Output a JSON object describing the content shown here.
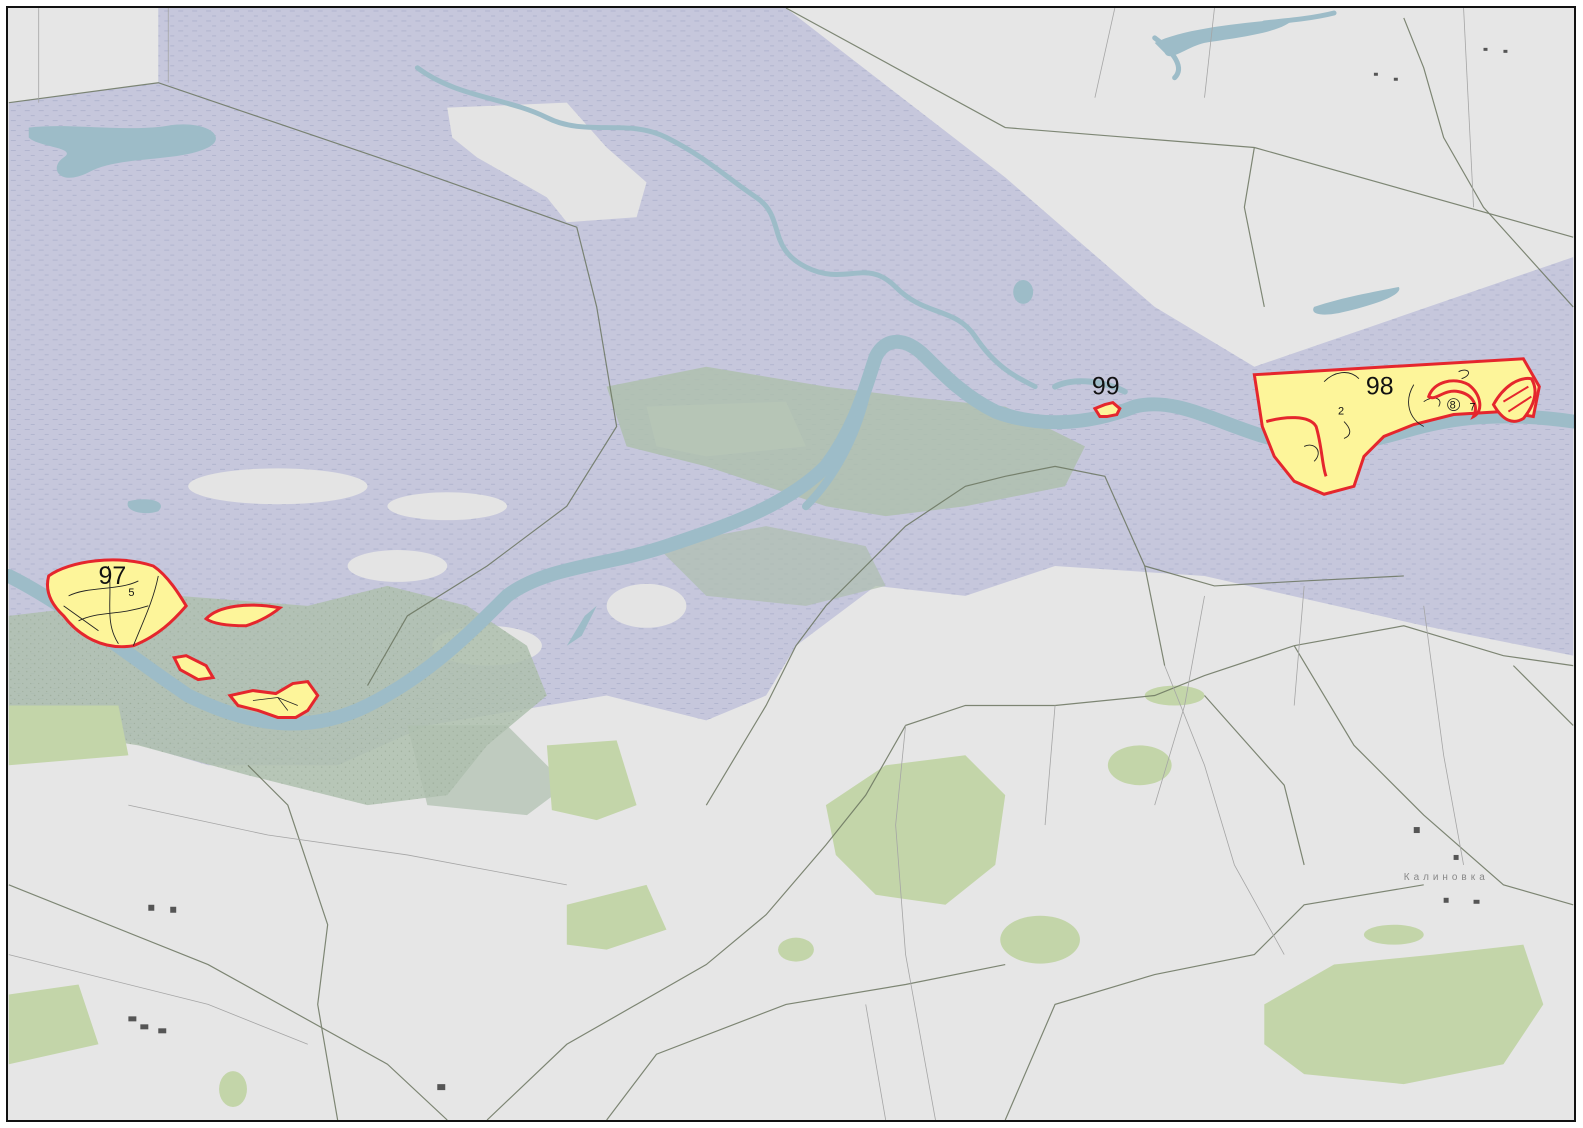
{
  "colors": {
    "land": "#e6e6e6",
    "floodplain": "#c6c7dc",
    "river": "#9dbcc8",
    "wetland": "#aebfae",
    "forest": "#c3d5a9",
    "plot_fill": "#fdf59a",
    "plot_outline": "#e5262d",
    "road": "#6b7560"
  },
  "plots": [
    {
      "number": "97",
      "sub_label": "5"
    },
    {
      "number": "98",
      "sub_labels": [
        "2",
        "8",
        "7"
      ]
    },
    {
      "number": "99"
    }
  ],
  "village_label": "Калиновка"
}
